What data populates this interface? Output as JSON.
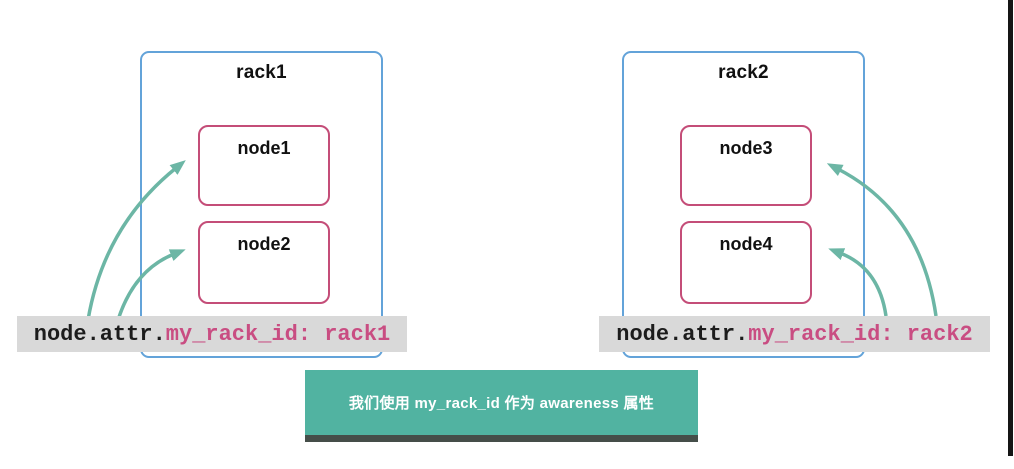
{
  "racks": [
    {
      "title": "rack1",
      "nodes": [
        "node1",
        "node2"
      ],
      "label": {
        "prefix": "node.attr.",
        "highlight": "my_rack_id: rack1"
      }
    },
    {
      "title": "rack2",
      "nodes": [
        "node3",
        "node4"
      ],
      "label": {
        "prefix": "node.attr.",
        "highlight": "my_rack_id: rack2"
      }
    }
  ],
  "banner": {
    "text": "我们使用 my_rack_id 作为 awareness 属性"
  },
  "colors": {
    "rack_border": "#63a3d9",
    "node_border": "#c44d78",
    "arrow": "#6cb6a5",
    "label_background": "#d9d9d9",
    "label_highlight": "#c94d82",
    "banner_background": "#51b3a1",
    "banner_shadow": "#454e49",
    "edge_bar": "#151515"
  }
}
